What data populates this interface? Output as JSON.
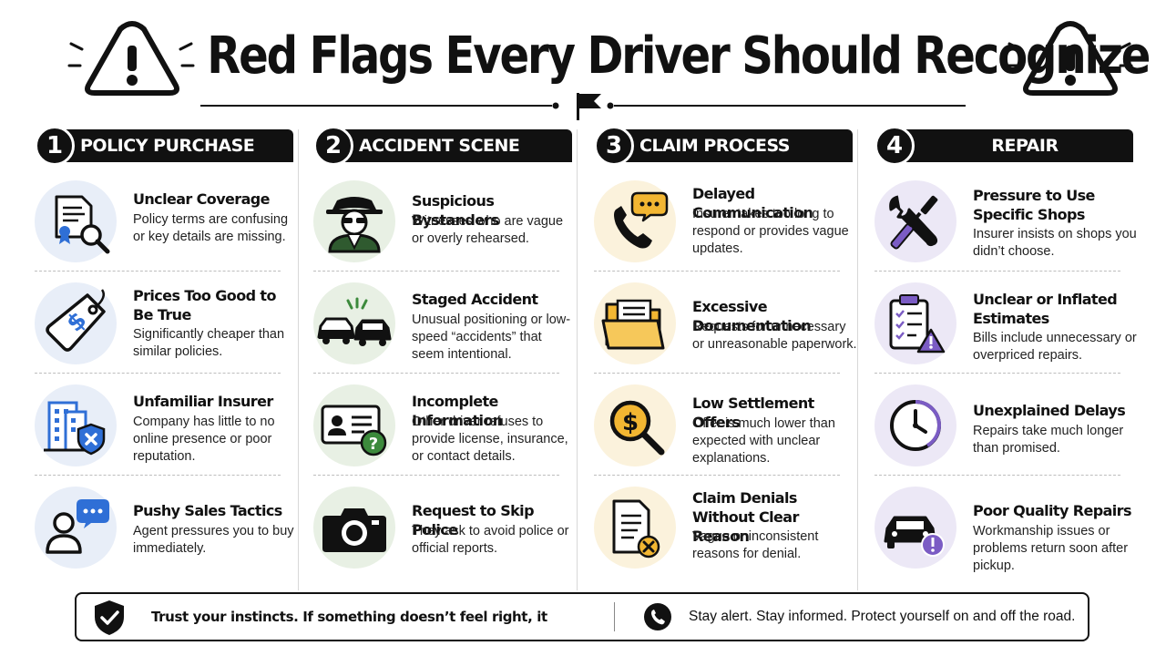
{
  "title": "Red Flags Every Driver Should Recognize",
  "icons": {
    "warning": "warning-triangle-icon",
    "flag": "flag-icon"
  },
  "colors": {
    "dark": "#111111",
    "blue_bg": "#e8eef8",
    "green_bg": "#e8f0e4",
    "yellow_bg": "#fbf2dc",
    "purple_bg": "#ece8f6",
    "accent_blue": "#2f6fd6",
    "accent_yellow": "#f2b632",
    "accent_purple": "#7b5cc4",
    "accent_green": "#3c8a3c"
  },
  "columns": [
    {
      "number": "1",
      "label": "POLICY PURCHASE",
      "items": [
        {
          "title": "Unclear Coverage",
          "desc": "Policy terms are confusing or key details are missing.",
          "icon": "document-magnifier-icon"
        },
        {
          "title": "Prices Too Good to Be True",
          "desc": "Significantly cheaper than similar policies.",
          "icon": "price-tag-icon"
        },
        {
          "title": "Unfamiliar Insurer",
          "desc": "Company has little to no online presence or poor reputation.",
          "icon": "building-shield-icon"
        },
        {
          "title": "Pushy Sales Tactics",
          "desc": "Agent pressures you to buy immediately.",
          "icon": "person-speech-icon"
        }
      ]
    },
    {
      "number": "2",
      "label": "ACCIDENT SCENE",
      "items": [
        {
          "title": "Suspicious Bystanders",
          "desc": "Witnesses who are vague or overly rehearsed.",
          "icon": "spy-icon"
        },
        {
          "title": "Staged Accident",
          "desc": "Unusual positioning or low-speed “accidents” that seem intentional.",
          "icon": "car-collision-icon"
        },
        {
          "title": "Incomplete Information",
          "desc": "Other driver refuses to provide license, insurance, or contact details.",
          "icon": "id-card-question-icon"
        },
        {
          "title": "Request to Skip Police",
          "desc": "They ask to avoid police or official reports.",
          "icon": "camera-icon"
        }
      ]
    },
    {
      "number": "3",
      "label": "CLAIM PROCESS",
      "items": [
        {
          "title": "Delayed Communication",
          "desc": "Insurer takes too long to respond or provides vague updates.",
          "icon": "phone-chat-icon"
        },
        {
          "title": "Excessive Documentation",
          "desc": "Requests for unnecessary or unreasonable paperwork.",
          "icon": "folder-icon"
        },
        {
          "title": "Low Settlement Offers",
          "desc": "Offer is much lower than expected with unclear explanations.",
          "icon": "dollar-magnifier-icon"
        },
        {
          "title": "Claim Denials Without Clear Reason",
          "desc": "Vague or inconsistent reasons for denial.",
          "icon": "document-denied-icon"
        }
      ]
    },
    {
      "number": "4",
      "label": "REPAIR",
      "items": [
        {
          "title": "Pressure to Use Specific Shops",
          "desc": "Insurer insists on shops you didn’t choose.",
          "icon": "wrench-screwdriver-icon"
        },
        {
          "title": "Unclear or Inflated Estimates",
          "desc": "Bills include unnecessary or overpriced repairs.",
          "icon": "clipboard-warning-icon"
        },
        {
          "title": "Unexplained Delays",
          "desc": "Repairs take much longer than promised.",
          "icon": "clock-icon"
        },
        {
          "title": "Poor Quality Repairs",
          "desc": "Workmanship issues or problems return soon after pickup.",
          "icon": "car-alert-icon"
        }
      ]
    }
  ],
  "footer": {
    "left_text": "Trust your instincts. If something doesn’t feel right, it probably isn’t.",
    "right_text": "Stay alert. Stay informed. Protect yourself on and off the road.",
    "left_icon": "shield-check-icon",
    "right_icon": "phone-icon"
  }
}
